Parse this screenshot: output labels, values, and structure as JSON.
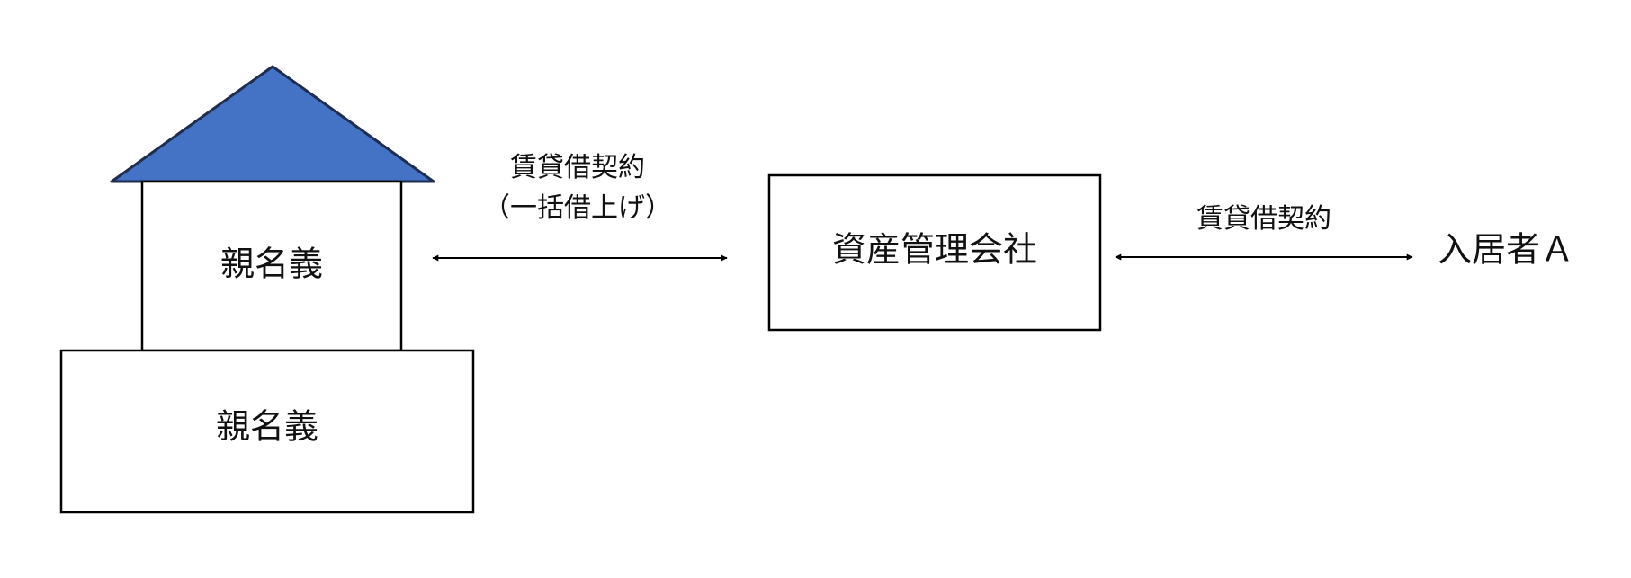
{
  "diagram": {
    "house": {
      "upper_label": "親名義",
      "lower_label": "親名義",
      "roof_color": "#4472C4"
    },
    "company": {
      "label": "資産管理会社"
    },
    "tenant": {
      "label": "入居者Ａ"
    },
    "contract_left": {
      "line1": "賃貸借契約",
      "line2": "（一括借上げ）"
    },
    "contract_right": {
      "line1": "賃貸借契約"
    }
  }
}
